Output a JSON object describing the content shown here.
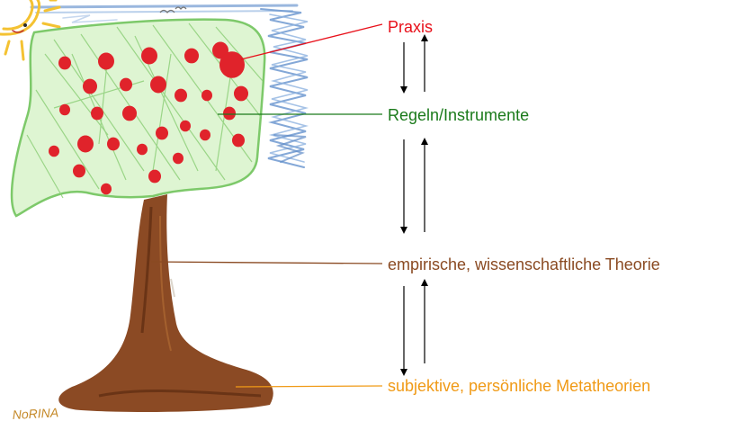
{
  "levels": [
    {
      "label": "Praxis",
      "color": "#e8101a"
    },
    {
      "label": "Regeln/Instrumente",
      "color": "#1a7a1a"
    },
    {
      "label": "empirische, wissenschaftliche Theorie",
      "color": "#8a4a22"
    },
    {
      "label": "subjektive, persönliche Metatheorien",
      "color": "#f09a16"
    }
  ],
  "drawing": {
    "signature": "NoRINA",
    "colors": {
      "crown_fill": "#def5d2",
      "crown_outline": "#7dc96a",
      "apple": "#e0232b",
      "trunk": "#8b4a24",
      "trunk_shadow": "#6a3416",
      "sky": "#6f99d0",
      "sun": "#f4c232"
    }
  },
  "arrow_color": "#000000"
}
